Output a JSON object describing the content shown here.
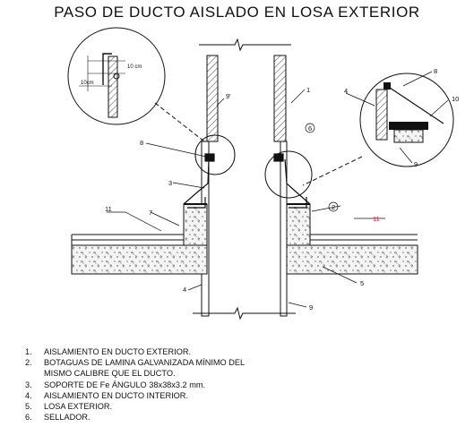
{
  "title": "PASO DE DUCTO AISLADO EN LOSA EXTERIOR",
  "callouts": {
    "c8_left": "8",
    "c8_right": "8",
    "c9_upper": "9'",
    "c1_top": "1",
    "c6": "6",
    "c3": "3",
    "c11_left": "11",
    "c7": "7",
    "c2": "2",
    "c11_right": "11",
    "c4_left": "4",
    "c4_right": "4",
    "c10": "10",
    "c9_detail": "9",
    "c5": "5",
    "c9_bottom": "9"
  },
  "dimensions": {
    "d10cm_top": "10 cm",
    "d10cm_left": "10cm"
  },
  "legend": [
    {
      "num": "1.",
      "text": "AISLAMIENTO EN DUCTO EXTERIOR."
    },
    {
      "num": "2.",
      "text": "BOTAGUAS DE LAMINA GALVANIZADA MÍNIMO DEL"
    },
    {
      "num": "",
      "text": "MISMO CALIBRE QUE EL DUCTO."
    },
    {
      "num": "3.",
      "text": "SOPORTE DE Fe ÁNGULO 38x38x3.2 mm."
    },
    {
      "num": "4.",
      "text": "AISLAMIENTO EN DUCTO INTERIOR."
    },
    {
      "num": "5.",
      "text": "LOSA EXTERIOR."
    },
    {
      "num": "6.",
      "text": "SELLADOR."
    }
  ],
  "colors": {
    "line": "#111111",
    "accent_red": "#cc2222",
    "concrete": "#f4f4f4"
  }
}
